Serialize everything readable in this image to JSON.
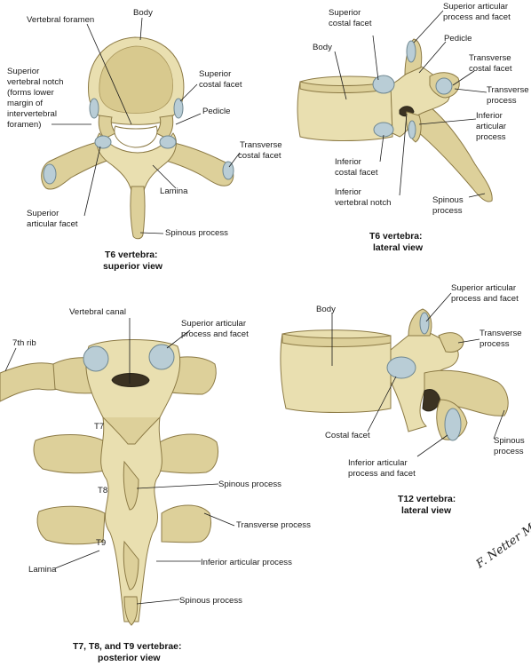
{
  "panels": {
    "t6_superior": {
      "caption_line1": "T6 vertebra:",
      "caption_line2": "superior view",
      "labels": {
        "vertebral_foramen": "Vertebral foramen",
        "body": "Body",
        "sup_notch_1": "Superior",
        "sup_notch_2": "vertebral notch",
        "sup_notch_3": "(forms lower",
        "sup_notch_4": "margin of",
        "sup_notch_5": "intervertebral",
        "sup_notch_6": "foramen)",
        "sup_costal_1": "Superior",
        "sup_costal_2": "costal facet",
        "pedicle": "Pedicle",
        "transverse_costal_1": "Transverse",
        "transverse_costal_2": "costal facet",
        "lamina": "Lamina",
        "sup_artic_1": "Superior",
        "sup_artic_2": "articular facet",
        "spinous": "Spinous process"
      }
    },
    "t6_lateral": {
      "caption_line1": "T6 vertebra:",
      "caption_line2": "lateral view",
      "labels": {
        "sup_costal_1": "Superior",
        "sup_costal_2": "costal facet",
        "sup_artic_1": "Superior articular",
        "sup_artic_2": "process and facet",
        "pedicle": "Pedicle",
        "body": "Body",
        "transverse_costal_1": "Transverse",
        "transverse_costal_2": "costal facet",
        "transverse_proc_1": "Transverse",
        "transverse_proc_2": "process",
        "inf_artic_1": "Inferior",
        "inf_artic_2": "articular",
        "inf_artic_3": "process",
        "inf_costal_1": "Inferior",
        "inf_costal_2": "costal facet",
        "inf_notch_1": "Inferior",
        "inf_notch_2": "vertebral notch",
        "spinous_1": "Spinous",
        "spinous_2": "process"
      }
    },
    "t7_t9_posterior": {
      "caption_line1": "T7, T8, and T9 vertebrae:",
      "caption_line2": "posterior view",
      "labels": {
        "vertebral_canal": "Vertebral canal",
        "sup_artic_1": "Superior articular",
        "sup_artic_2": "process and facet",
        "seventh_rib": "7th rib",
        "t7": "T7",
        "t8": "T8",
        "t9": "T9",
        "spinous_1": "Spinous process",
        "transverse": "Transverse process",
        "lamina": "Lamina",
        "inf_artic": "Inferior articular process",
        "spinous_2": "Spinous process"
      }
    },
    "t12_lateral": {
      "caption_line1": "T12 vertebra:",
      "caption_line2": "lateral view",
      "labels": {
        "sup_artic_1": "Superior articular",
        "sup_artic_2": "process and facet",
        "body": "Body",
        "transverse_1": "Transverse",
        "transverse_2": "process",
        "costal_facet": "Costal facet",
        "spinous_1": "Spinous",
        "spinous_2": "process",
        "inf_artic_1": "Inferior articular",
        "inf_artic_2": "process and facet"
      }
    }
  },
  "signature": "F. Netter M.D."
}
